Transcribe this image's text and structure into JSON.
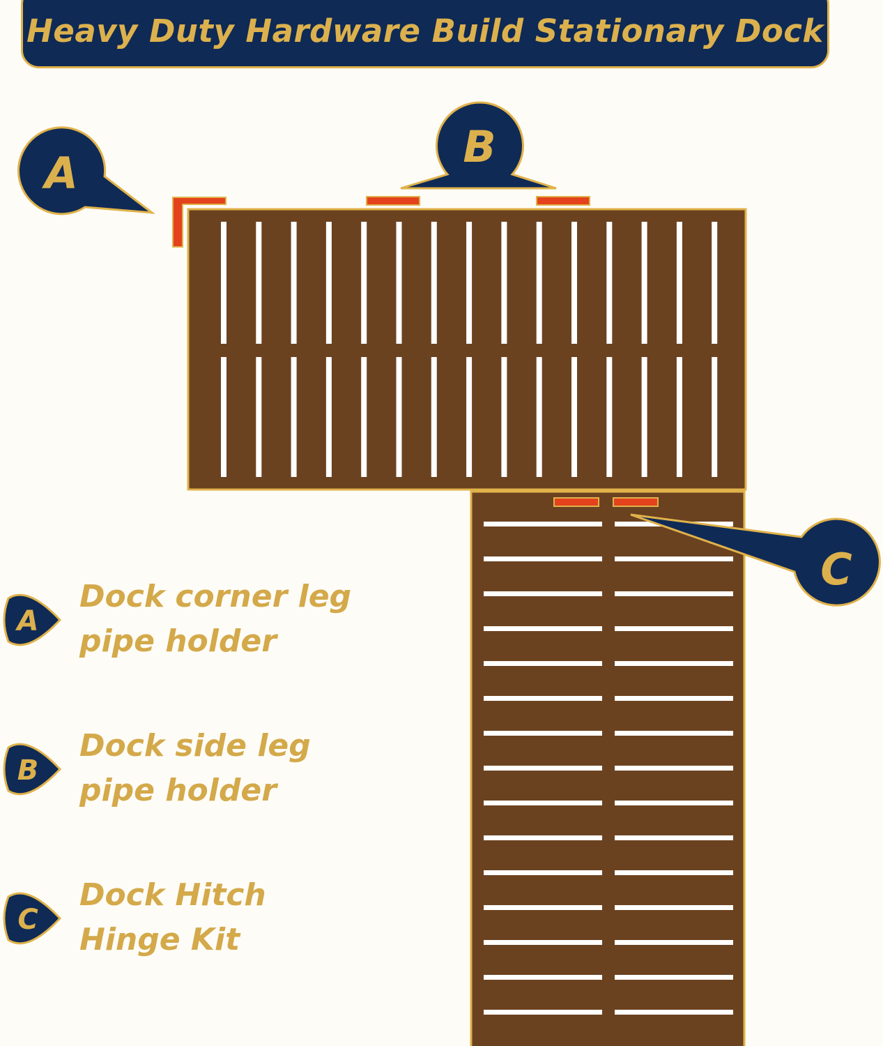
{
  "header": {
    "title": "Heavy Duty Hardware Build Stationary Dock"
  },
  "callouts": {
    "a": {
      "letter": "A"
    },
    "b": {
      "letter": "B"
    },
    "c": {
      "letter": "C"
    }
  },
  "legend": [
    {
      "letter": "A",
      "line1": "Dock corner leg",
      "line2": "pipe holder"
    },
    {
      "letter": "B",
      "line1": "Dock side leg",
      "line2": "pipe holder"
    },
    {
      "letter": "C",
      "line1": "Dock Hitch",
      "line2": "Hinge Kit"
    }
  ],
  "colors": {
    "navy": "#0f2a55",
    "gold": "#e0b24a",
    "text_gold": "#d4a94a",
    "wood": "#6b4220",
    "wood_dark": "#4a2b12",
    "hardware": "#e3421c",
    "background": "#fdfcf7"
  }
}
